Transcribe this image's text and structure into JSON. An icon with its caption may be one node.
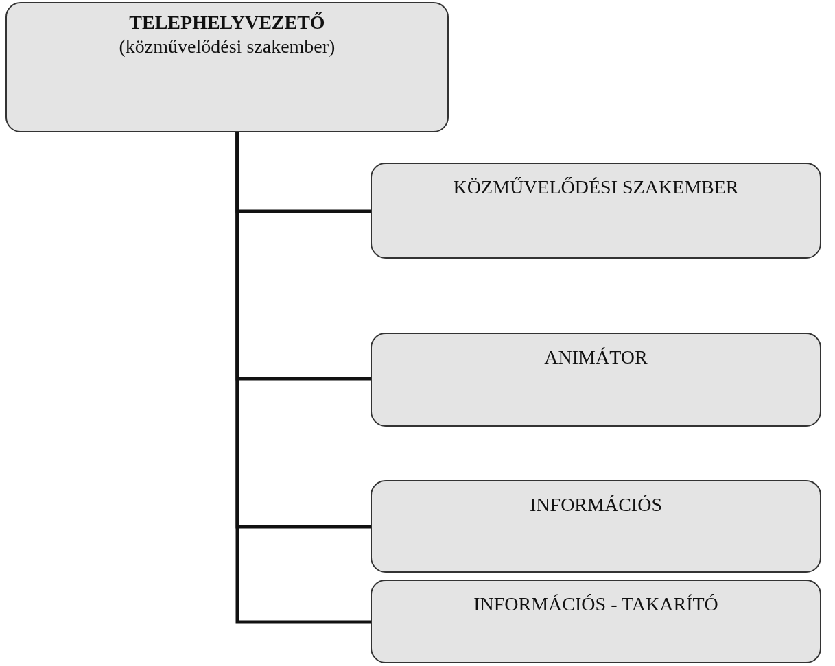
{
  "diagram": {
    "nodes": [
      {
        "text": [
          "TELEPHELYVEZETŐ",
          "(közművelődési szakember)"
        ]
      },
      {
        "text": [
          "KÖZMŰVELŐDÉSI SZAKEMBER"
        ]
      },
      {
        "text": [
          "ANIMÁTOR"
        ]
      },
      {
        "text": [
          "INFORMÁCIÓS"
        ]
      },
      {
        "text": [
          "INFORMÁCIÓS - TAKARÍTÓ"
        ]
      }
    ],
    "edges": [
      {
        "from": 0,
        "to": 1,
        "arrow": "none"
      },
      {
        "from": 0,
        "to": 2,
        "arrow": "none"
      },
      {
        "from": 0,
        "to": 3,
        "arrow": "none"
      },
      {
        "from": 0,
        "to": 4,
        "arrow": "none"
      }
    ]
  }
}
